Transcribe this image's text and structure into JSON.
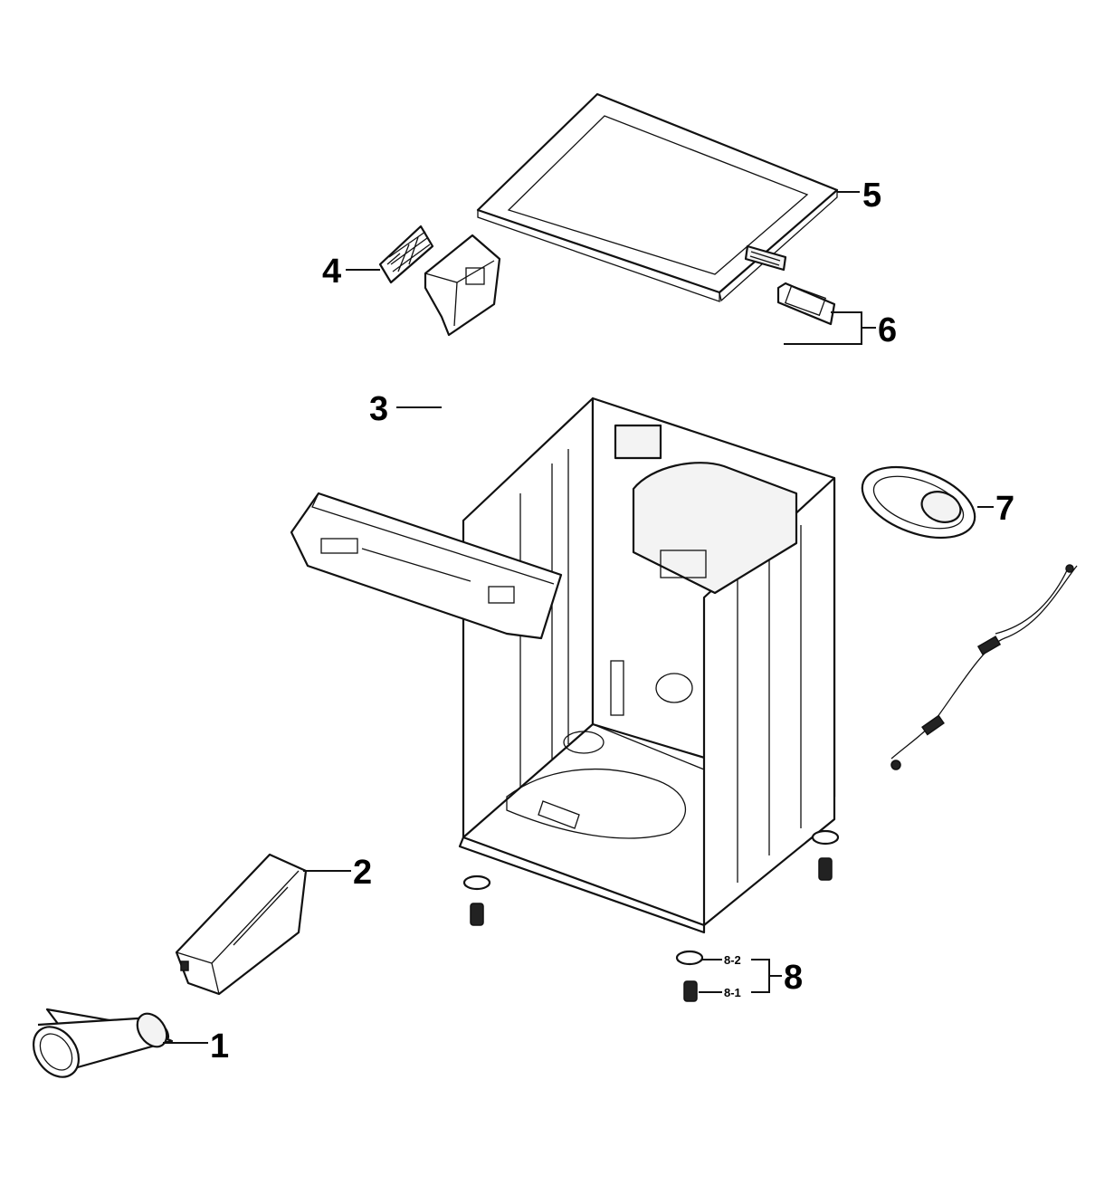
{
  "callouts": {
    "c1": "1",
    "c2": "2",
    "c3": "3",
    "c4": "4",
    "c5": "5",
    "c6": "6",
    "c7": "7",
    "c8": "8",
    "c8_2": "8-2",
    "c8_1": "8-1"
  },
  "colors": {
    "line": "#111111",
    "background": "#ffffff"
  }
}
